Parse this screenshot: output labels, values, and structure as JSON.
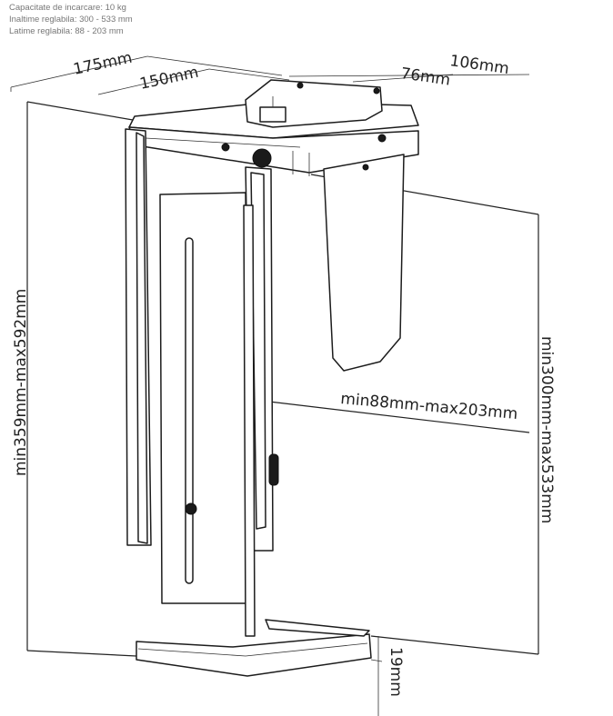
{
  "specs": {
    "load_capacity": "Capacitate de incarcare: 10 kg",
    "adjustable_height": "Inaltime reglabila: 300 - 533 mm",
    "adjustable_width": "Latime reglabila: 88 - 203 mm"
  },
  "dimensions": {
    "top_depth": "175mm",
    "top_inner_depth": "150mm",
    "top_width": "106mm",
    "top_inner_width": "76mm",
    "total_height": "min359mm-max592mm",
    "width_range": "min88mm-max203mm",
    "height_range": "min300mm-max533mm",
    "base_height": "19mm"
  }
}
